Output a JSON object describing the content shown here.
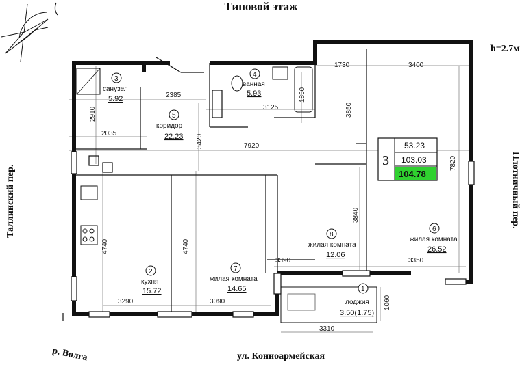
{
  "title": "Типовой этаж",
  "height_note": "h=2.7м",
  "streets": {
    "left": "Таллинский пер.",
    "right": "Плотничный пер.",
    "bottom": "ул. Конноармейская",
    "bottom_left": "р. Волга"
  },
  "badge": {
    "rooms": "3",
    "living": "53.23",
    "total": "103.03",
    "total_with_loggia": "104.78",
    "highlight_color": "#2fd12f"
  },
  "rooms": [
    {
      "num": "1",
      "name": "лоджия",
      "area": "3.50(1.75)"
    },
    {
      "num": "2",
      "name": "кухня",
      "area": "15.72"
    },
    {
      "num": "3",
      "name": "санузел",
      "area": "5.92"
    },
    {
      "num": "4",
      "name": "ванная",
      "area": "5.93"
    },
    {
      "num": "5",
      "name": "коридор",
      "area": "22.23"
    },
    {
      "num": "6",
      "name": "жилая комната",
      "area": "26.52"
    },
    {
      "num": "7",
      "name": "жилая комната",
      "area": "14.65"
    },
    {
      "num": "8",
      "name": "жилая комната",
      "area": "12.06"
    }
  ],
  "dimensions": [
    "1730",
    "3400",
    "2385",
    "1850",
    "3125",
    "3850",
    "2910",
    "2035",
    "3420",
    "7920",
    "7820",
    "3840",
    "4740",
    "4740",
    "3390",
    "3350",
    "3290",
    "3090",
    "1060",
    "3310"
  ],
  "icons": [
    "compass-rose-icon"
  ]
}
